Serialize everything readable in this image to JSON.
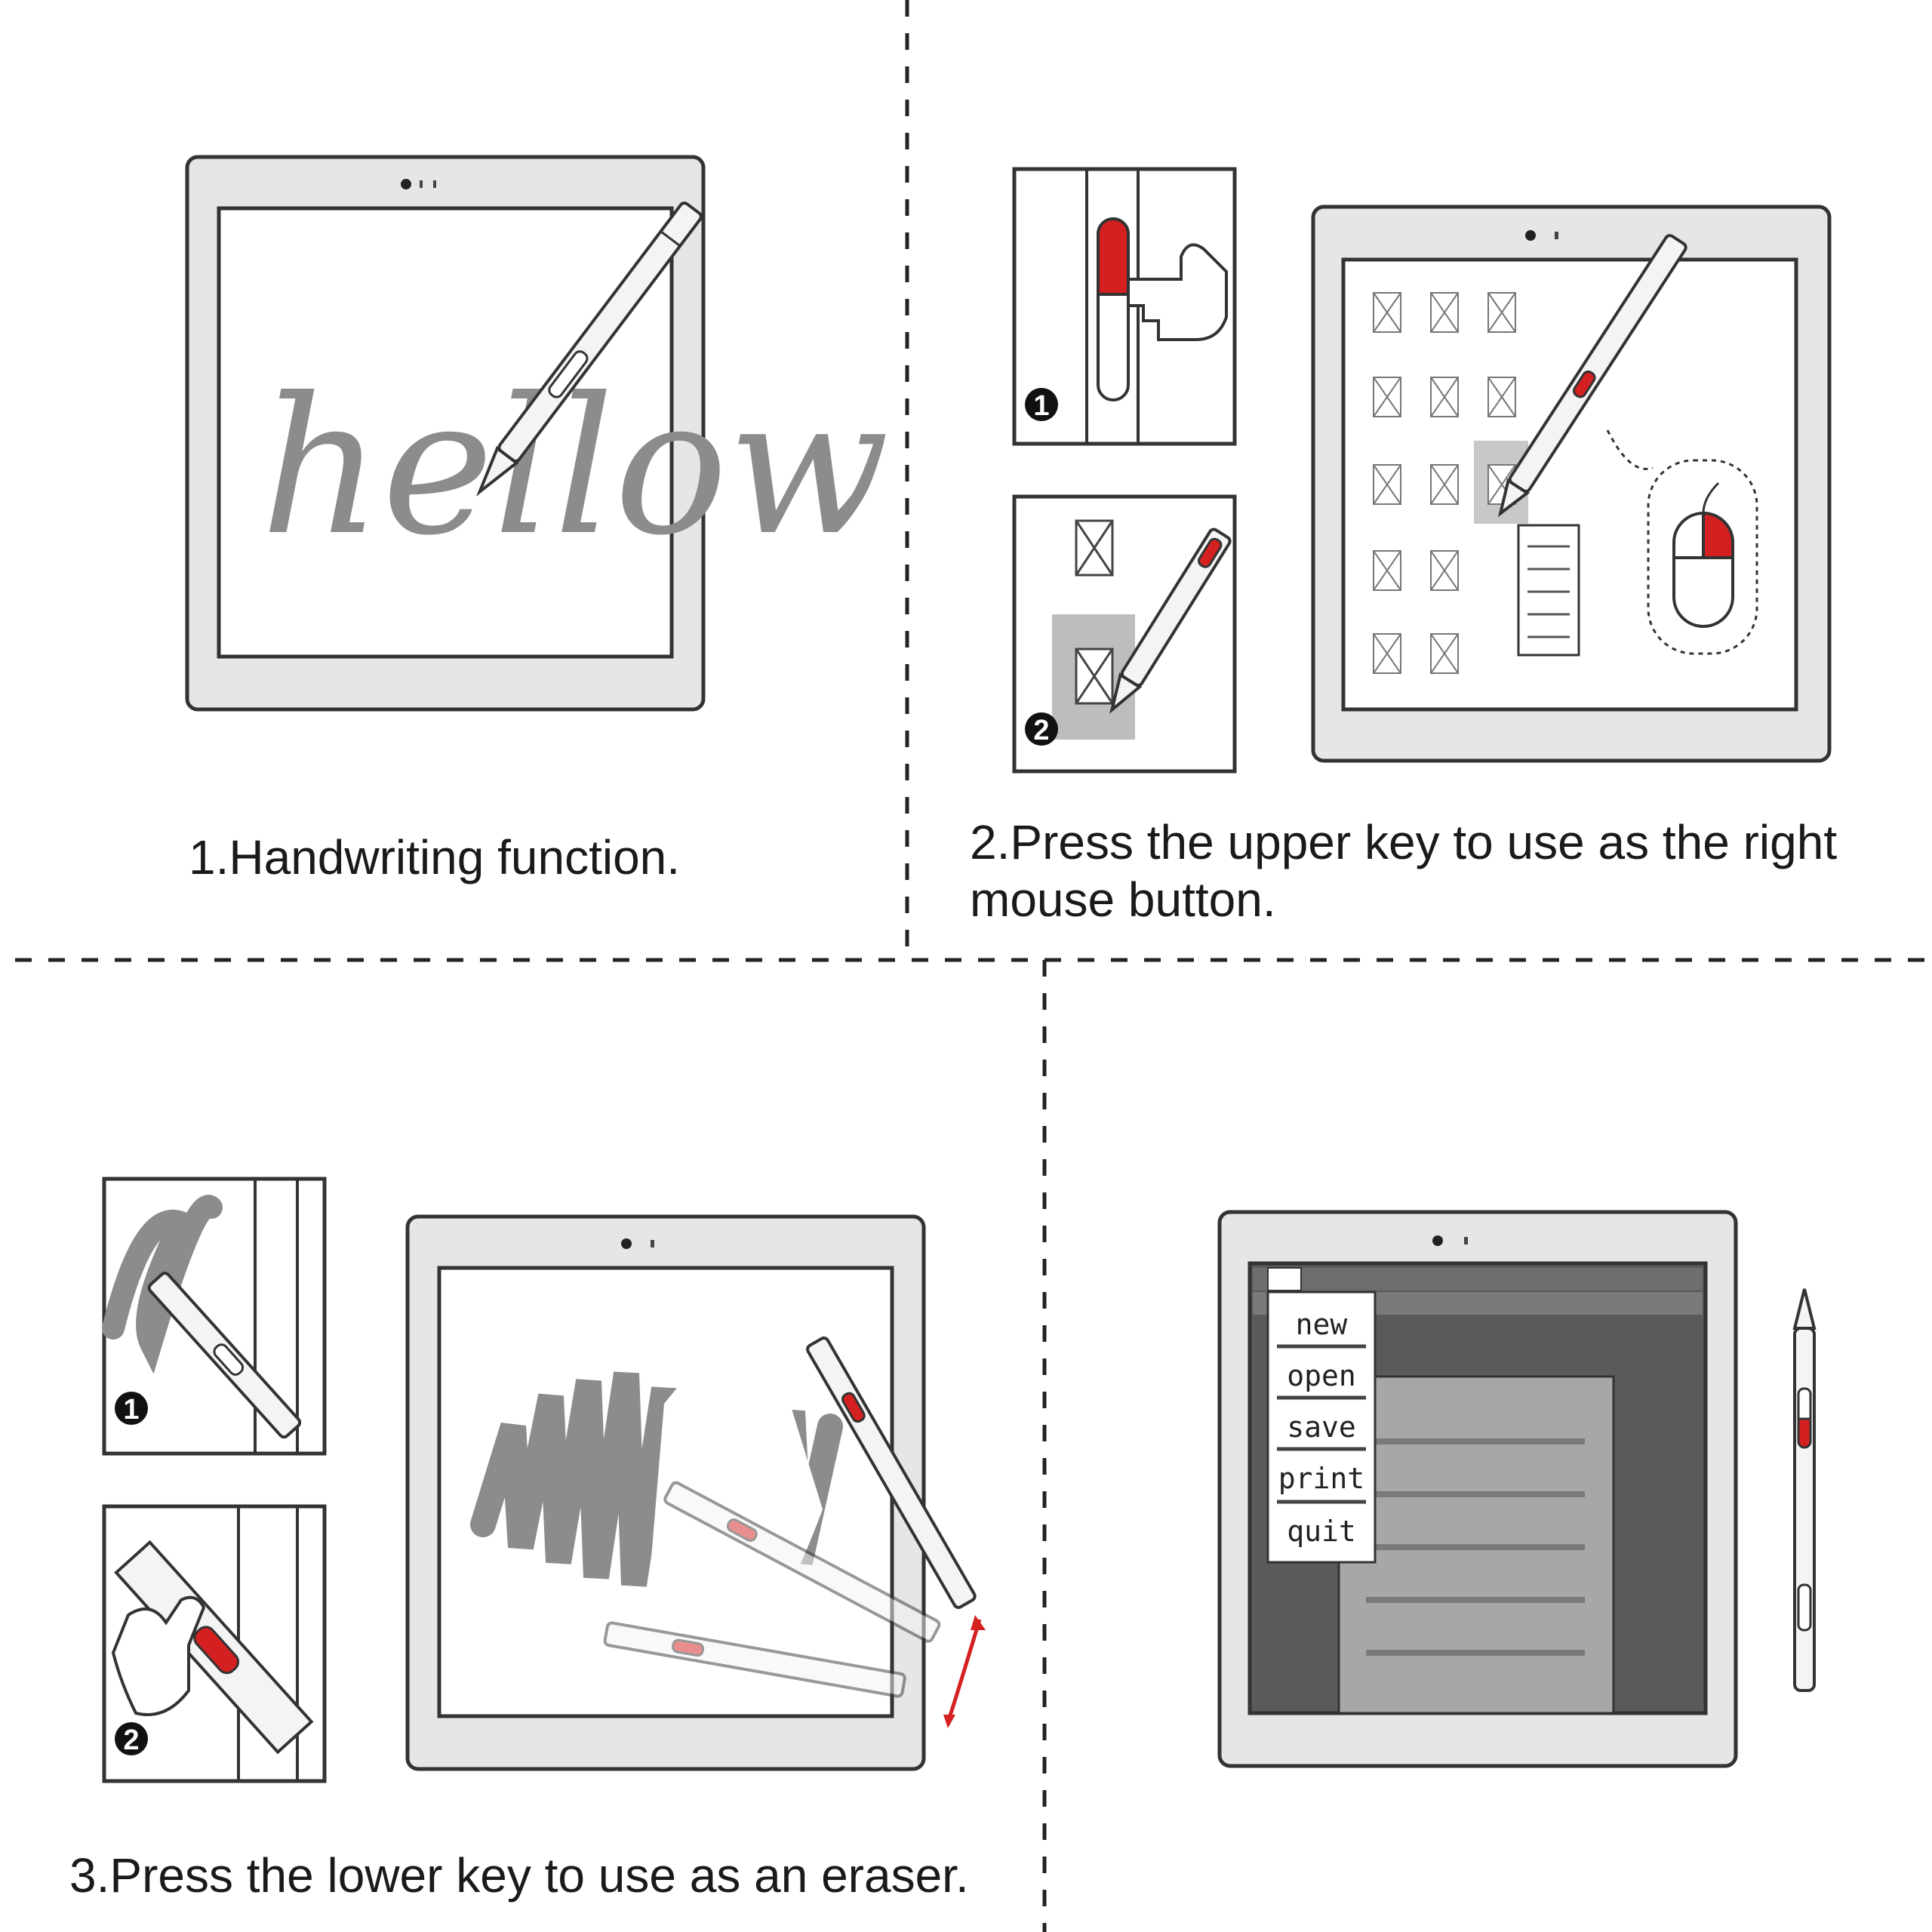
{
  "captions": {
    "handwriting": "1.Handwriting function.",
    "right_click": "2.Press the upper key to use as the right mouse button.",
    "eraser": "3.Press the lower key to use as an eraser."
  },
  "handwriting_sample": "hellow",
  "context_menu": [
    "new",
    "open",
    "save",
    "print",
    "quit"
  ],
  "step_markers": [
    "1",
    "2",
    "1",
    "2"
  ],
  "colors": {
    "accent_red": "#d42020",
    "frame_gray": "#e6e6e6",
    "stroke_dark": "#333333",
    "scribble_gray": "#8c8c8c",
    "window_dark": "#5a5a5a"
  },
  "icons": [
    "tablet-icon",
    "stylus-pen-icon",
    "pointing-hand-icon",
    "mouse-icon",
    "file-icon",
    "document-icon"
  ]
}
